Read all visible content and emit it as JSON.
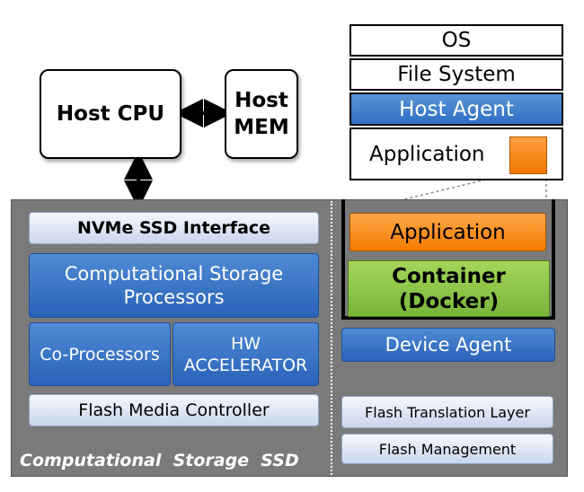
{
  "host": {
    "cpu_label": "Host CPU",
    "mem_line1": "Host",
    "mem_line2": "MEM"
  },
  "host_stack": {
    "os": "OS",
    "file_system": "File System",
    "host_agent": "Host Agent",
    "application": "Application"
  },
  "ssd": {
    "nvme_interface": "NVMe SSD Interface",
    "csp_line1": "Computational Storage",
    "csp_line2": "Processors",
    "co_processors": "Co-Processors",
    "hw_line1": "HW",
    "hw_line2": "ACCELERATOR",
    "flash_media_controller": "Flash Media Controller",
    "label": "Computational  Storage  SSD"
  },
  "device_stack": {
    "application": "Application",
    "container_line1": "Container",
    "container_line2": "(Docker)",
    "device_agent": "Device Agent",
    "ftl": "Flash Translation Layer",
    "flash_management": "Flash Management"
  },
  "colors": {
    "panel_gray": "#7a7a7a",
    "blue": "#2f6fc4",
    "orange": "#f47a00",
    "green": "#78b53a"
  }
}
